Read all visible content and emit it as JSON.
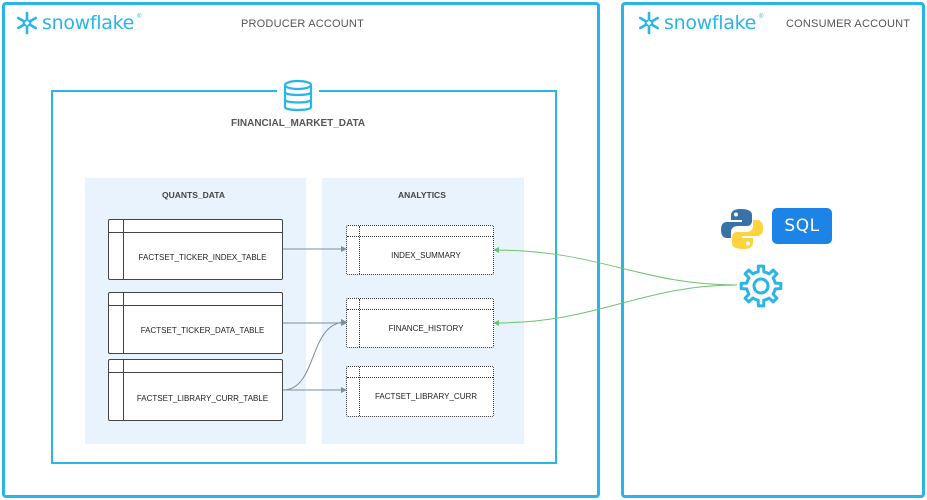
{
  "producer": {
    "brand": "snowflake",
    "tm": "®",
    "title": "PRODUCER ACCOUNT",
    "database": {
      "name": "FINANCIAL_MARKET_DATA",
      "icon": "database-icon",
      "schemas": [
        {
          "name": "QUANTS_DATA",
          "tables": [
            "FACTSET_TICKER_INDEX_TABLE",
            "FACTSET_TICKER_DATA_TABLE",
            "FACTSET_LIBRARY_CURR_TABLE"
          ]
        },
        {
          "name": "ANALYTICS",
          "views": [
            "INDEX_SUMMARY",
            "FINANCE_HISTORY",
            "FACTSET_LIBRARY_CURR"
          ]
        }
      ]
    }
  },
  "consumer": {
    "brand": "snowflake",
    "tm": "®",
    "title": "CONSUMER ACCOUNT",
    "tools": {
      "python_icon": "python-logo-icon",
      "sql_label": "SQL",
      "gear_icon": "gear-icon"
    }
  },
  "colors": {
    "brand": "#29b5e8",
    "schema_bg": "#e9f3fd",
    "internal_arrow": "#7a8ea3",
    "share_arrow": "#6cc46c",
    "sql_badge": "#1b84e6"
  }
}
